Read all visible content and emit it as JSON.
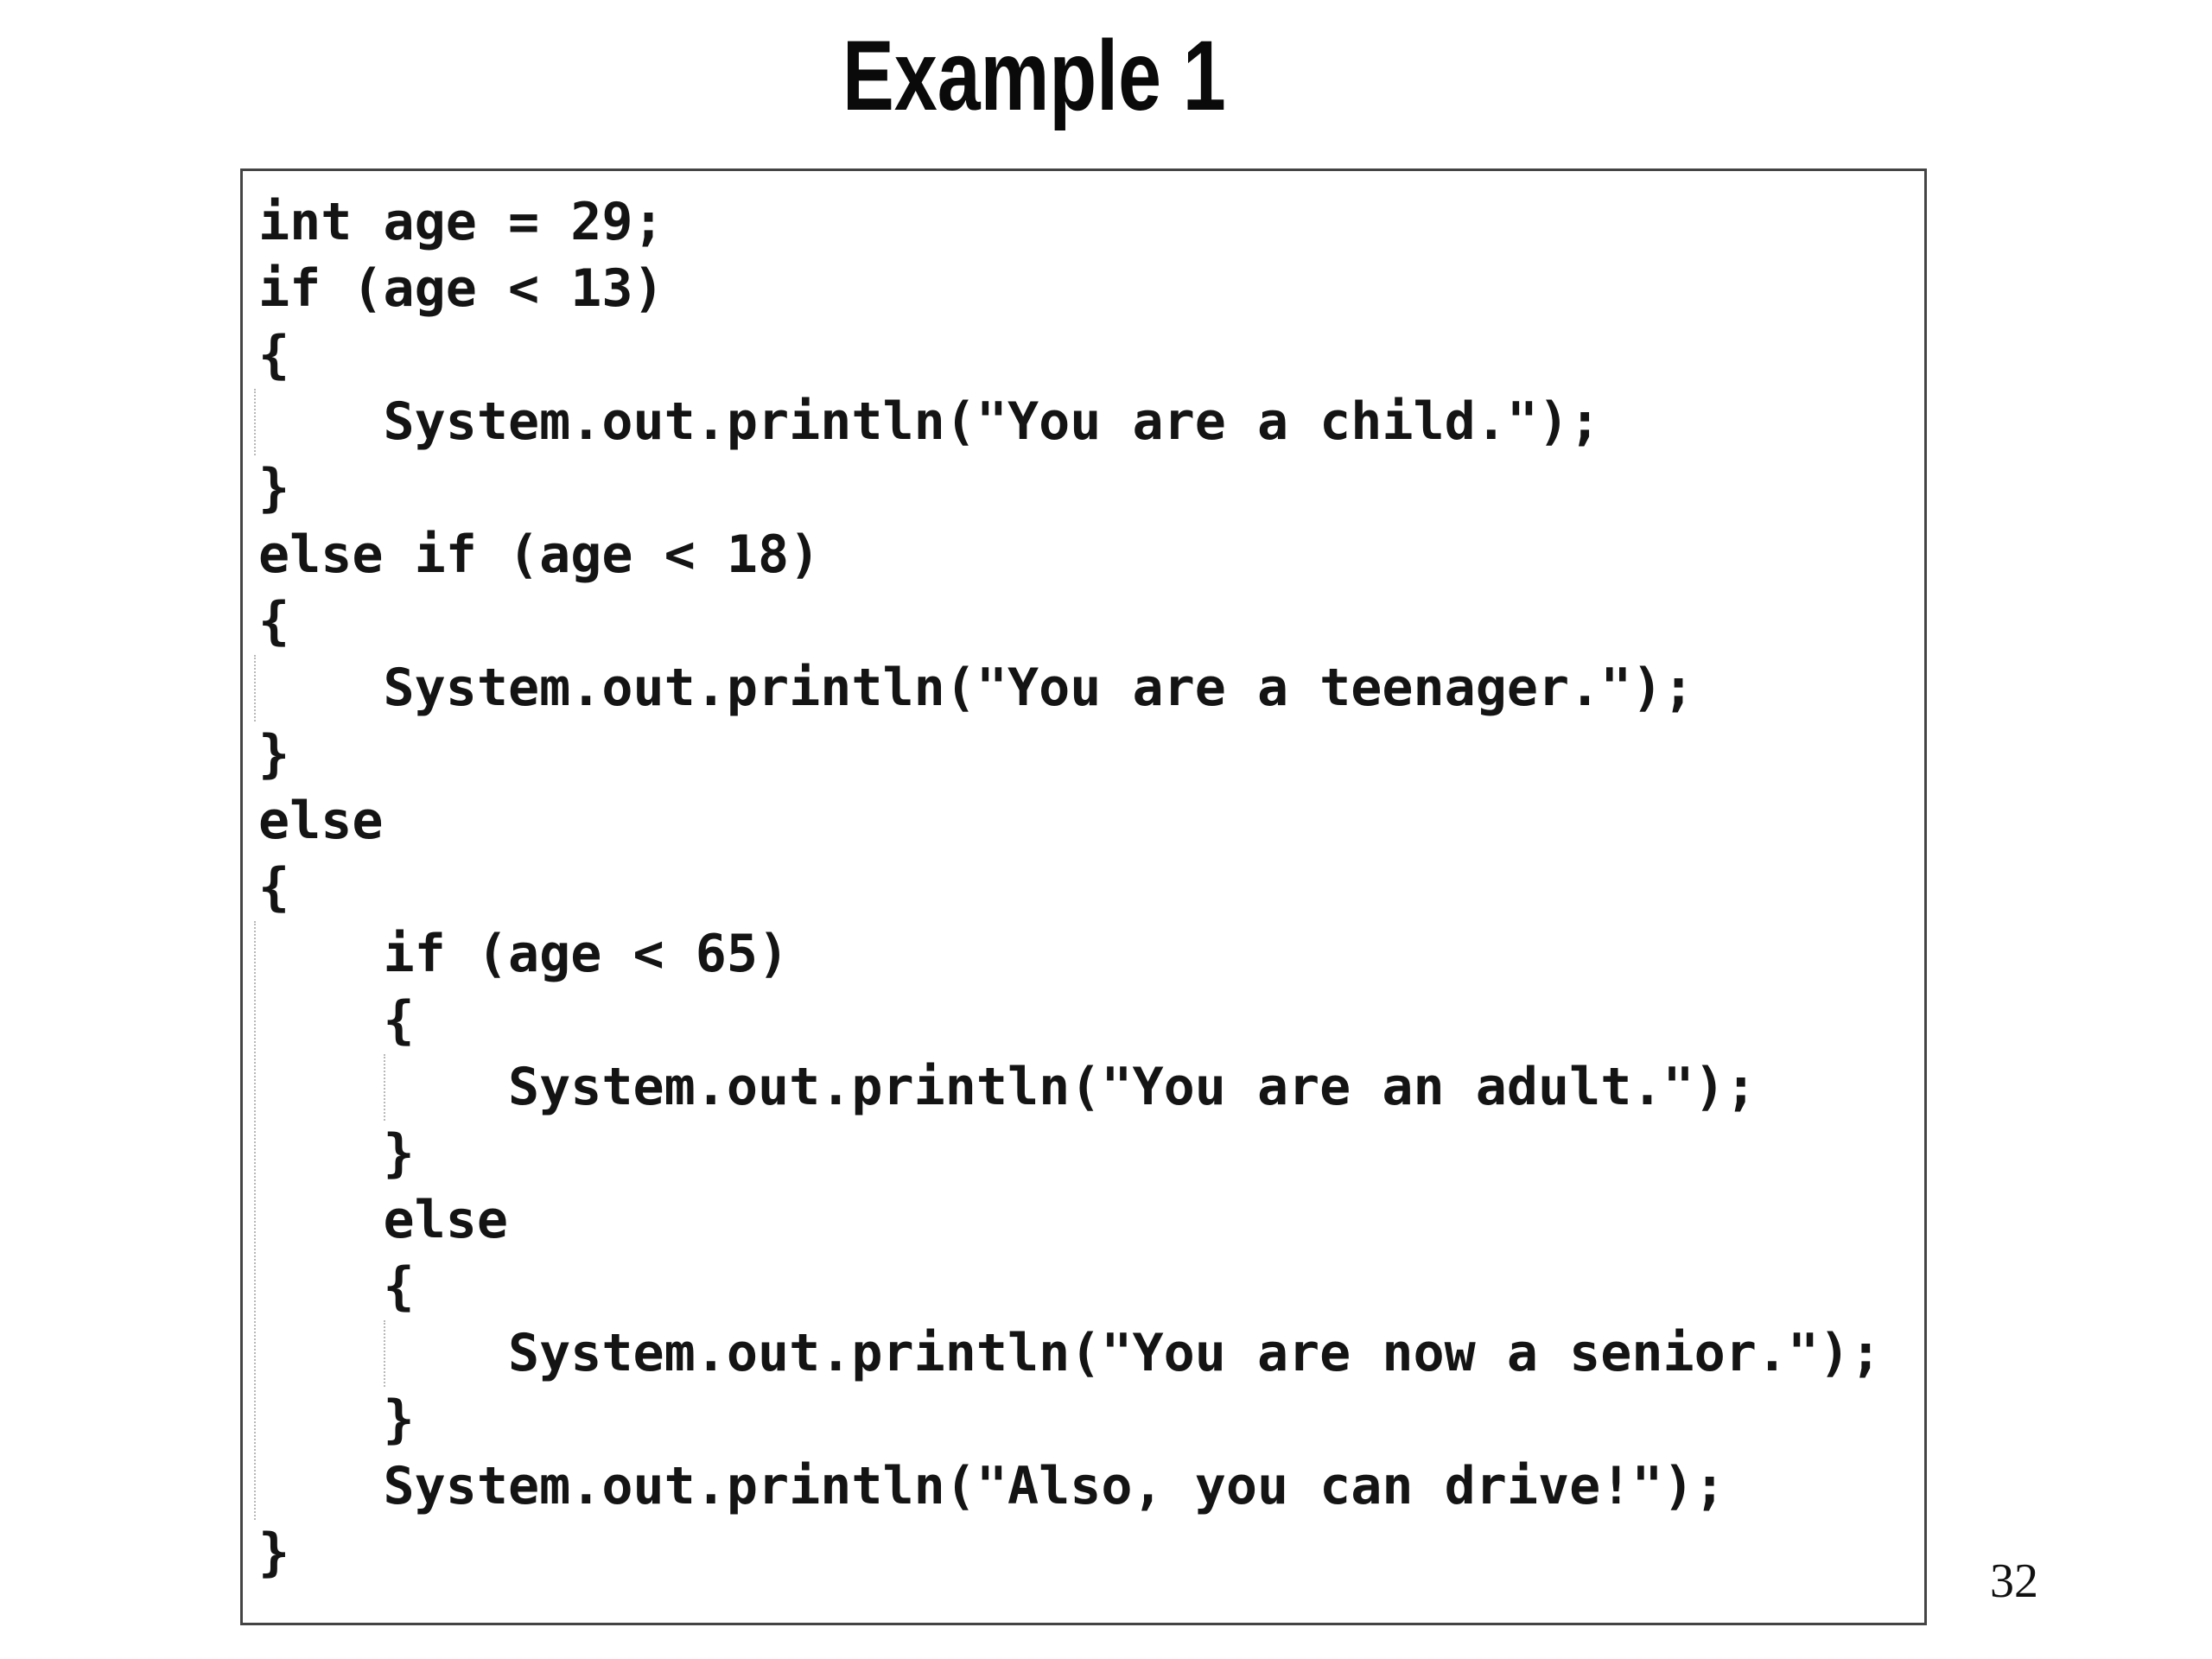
{
  "slide": {
    "title": "Example 1",
    "page_number": "32"
  },
  "code_block": {
    "lines": [
      "int age = 29;",
      "if (age < 13)",
      "{",
      "    System.out.println(\"You are a child.\");",
      "}",
      "else if (age < 18)",
      "{",
      "    System.out.println(\"You are a teenager.\");",
      "}",
      "else",
      "{",
      "    if (age < 65)",
      "    {",
      "        System.out.println(\"You are an adult.\");",
      "    }",
      "    else",
      "    {",
      "        System.out.println(\"You are now a senior.\");",
      "    }",
      "    System.out.println(\"Also, you can drive!\");",
      "}"
    ]
  },
  "colors": {
    "background": "#ffffff",
    "title_text": "#0a0a0a",
    "code_text": "#141414",
    "box_border": "#444444",
    "indent_guide": "#b8b8b8"
  }
}
